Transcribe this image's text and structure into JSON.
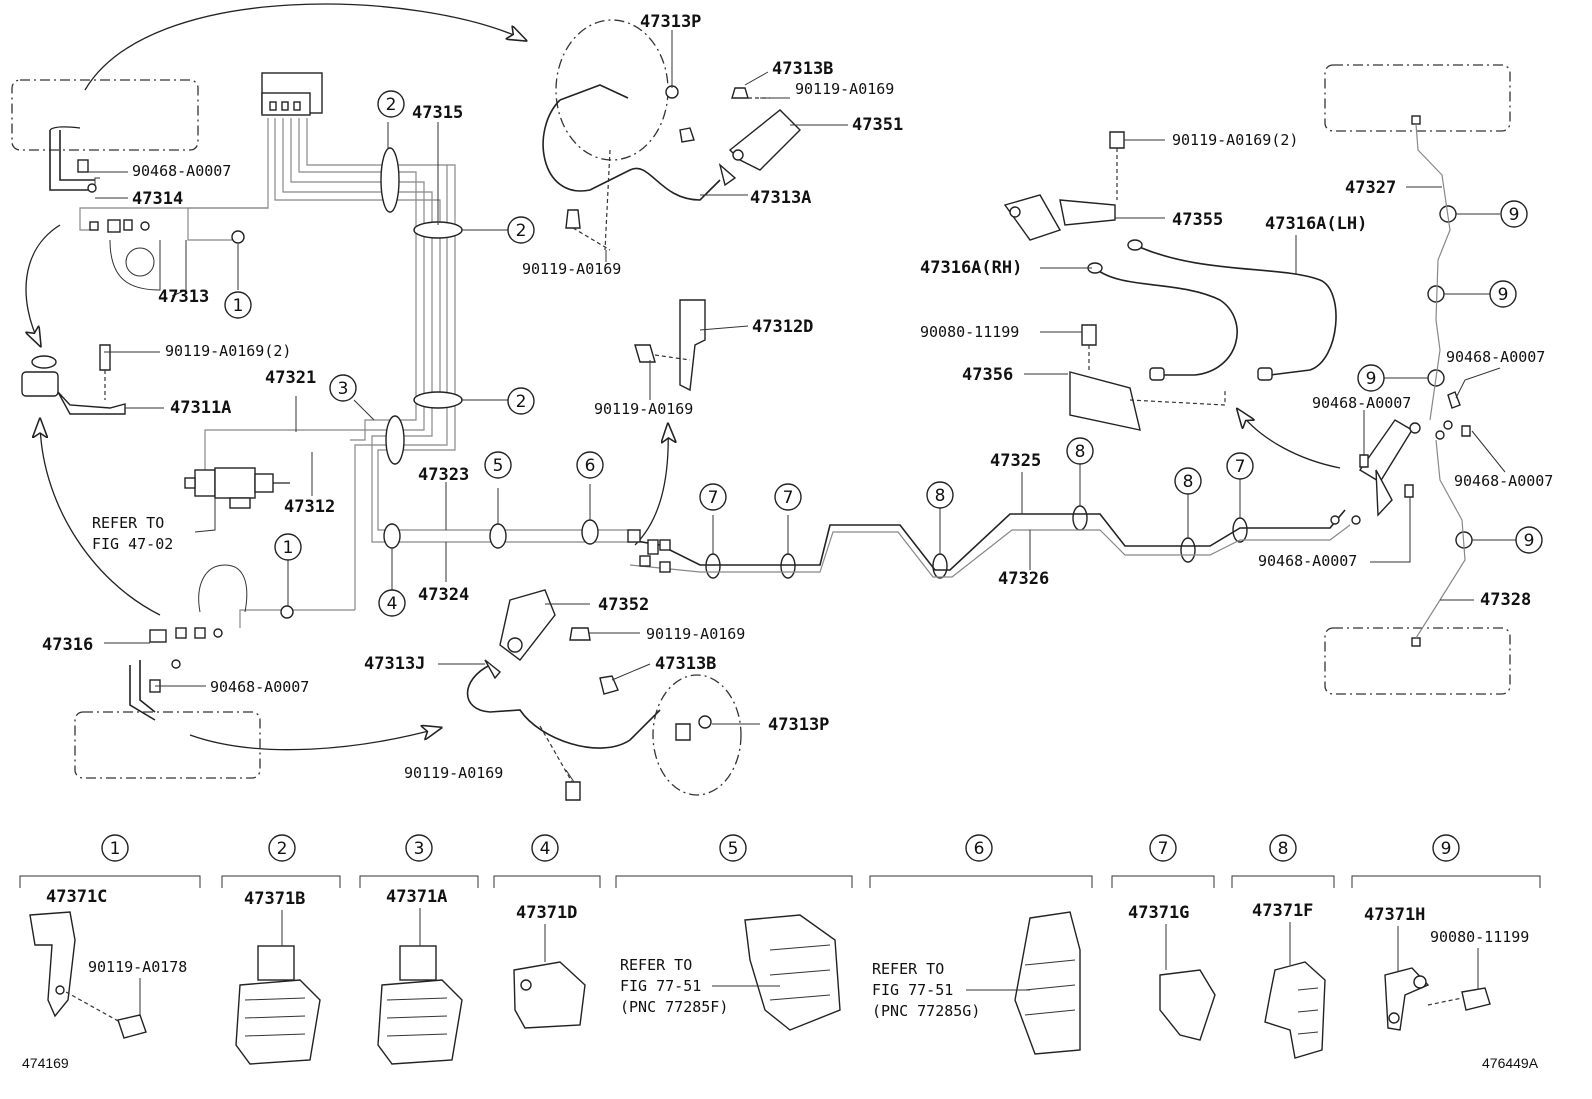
{
  "callouts": {
    "c47313P_top": "47313P",
    "c47313B_top": "47313B",
    "c90119_top1": "90119-A0169",
    "c47351": "47351",
    "c47313A": "47313A",
    "c90119_top2": "90119-A0169",
    "c47315": "47315",
    "c90468_a": "90468-A0007",
    "c47314": "47314",
    "c47313": "47313",
    "c90119_2a": "90119-A0169(2)",
    "c47311A": "47311A",
    "c47321": "47321",
    "c47312": "47312",
    "c47323": "47323",
    "c47324": "47324",
    "c47316": "47316",
    "c90468_b": "90468-A0007",
    "c47312D": "47312D",
    "c90119_mid": "90119-A0169",
    "c47352": "47352",
    "c90119_b1": "90119-A0169",
    "c47313J": "47313J",
    "c47313B_bot": "47313B",
    "c47313P_bot": "47313P",
    "c90119_b2": "90119-A0169",
    "c90119_2b": "90119-A0169(2)",
    "c47355": "47355",
    "c47316A_LH": "47316A(LH)",
    "c47316A_RH": "47316A(RH)",
    "c90080_a": "90080-11199",
    "c47356": "47356",
    "c47325": "47325",
    "c47326": "47326",
    "c47327": "47327",
    "c90468_c": "90468-A0007",
    "c90468_d": "90468-A0007",
    "c90468_e": "90468-A0007",
    "c90468_f": "90468-A0007",
    "c47328": "47328"
  },
  "refer1": {
    "line1": "REFER TO",
    "line2": "FIG 47-02"
  },
  "clip_numbers": [
    "1",
    "2",
    "3",
    "4",
    "5",
    "6",
    "7",
    "8",
    "9"
  ],
  "legend": {
    "g1": {
      "num": "1",
      "part": "47371C",
      "sub": "90119-A0178"
    },
    "g2": {
      "num": "2",
      "part": "47371B"
    },
    "g3": {
      "num": "3",
      "part": "47371A"
    },
    "g4": {
      "num": "4",
      "part": "47371D"
    },
    "g5": {
      "num": "5",
      "ref1": "REFER TO",
      "ref2": "FIG 77-51",
      "ref3": "(PNC 77285F)"
    },
    "g6": {
      "num": "6",
      "ref1": "REFER TO",
      "ref2": "FIG 77-51",
      "ref3": "(PNC 77285G)"
    },
    "g7": {
      "num": "7",
      "part": "47371G"
    },
    "g8": {
      "num": "8",
      "part": "47371F"
    },
    "g9": {
      "num": "9",
      "part": "47371H",
      "sub": "90080-11199"
    }
  },
  "footer": {
    "left_id": "474169",
    "right_id": "476449A"
  }
}
